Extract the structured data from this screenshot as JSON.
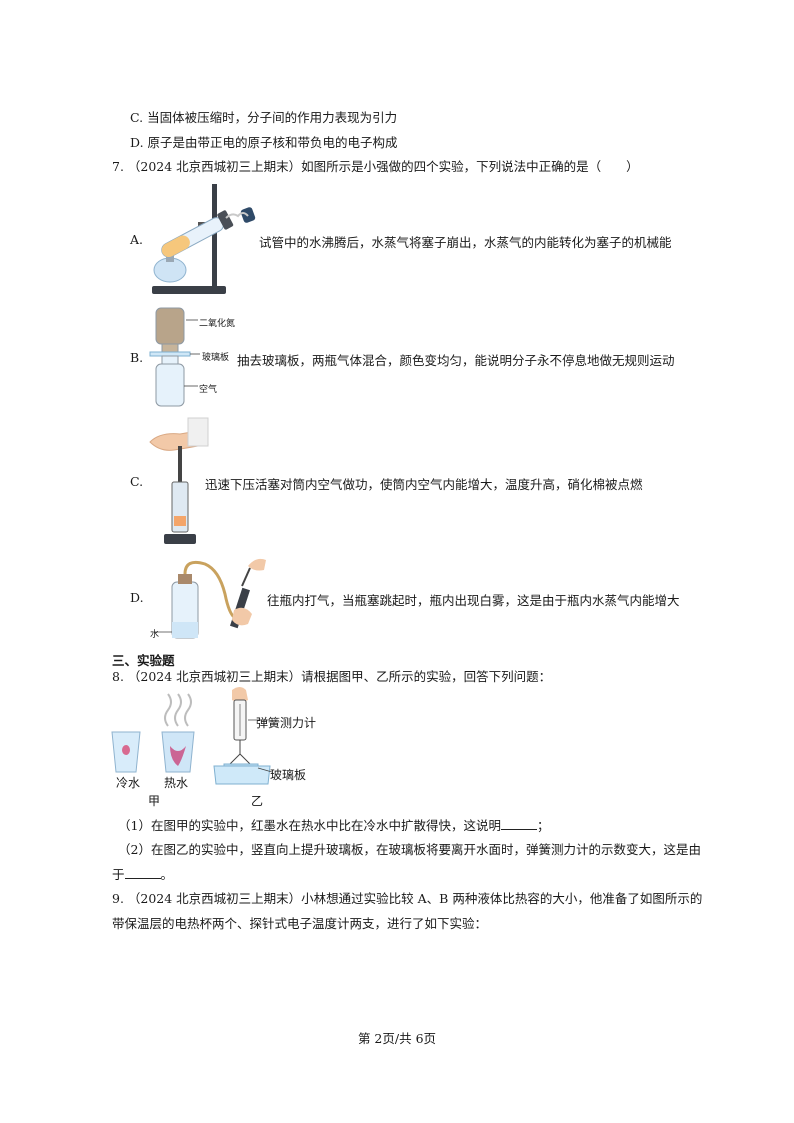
{
  "q6": {
    "optC": "C.  当固体被压缩时，分子间的作用力表现为引力",
    "optD": "D.  原子是由带正电的原子核和带负电的电子构成"
  },
  "q7": {
    "stem": "7.  （2024 北京西城初三上期末）如图所示是小强做的四个实验，下列说法中正确的是（　　）",
    "a_label": "A.",
    "a_text": "试管中的水沸腾后，水蒸气将塞子崩出，水蒸气的内能转化为塞子的机械能",
    "b_label": "B.",
    "b_text": "抽去玻璃板，两瓶气体混合，颜色变均匀，能说明分子永不停息地做无规则运动",
    "b_fig": {
      "no2": "二氧化氮",
      "glass": "玻璃板",
      "air": "空气"
    },
    "c_label": "C.",
    "c_text": "迅速下压活塞对筒内空气做功，使筒内空气内能增大，温度升高，硝化棉被点燃",
    "d_label": "D.",
    "d_text": "往瓶内打气，当瓶塞跳起时，瓶内出现白雾，这是由于瓶内水蒸气内能增大",
    "d_fig": {
      "water": "水"
    }
  },
  "section3": {
    "title": "三、实验题"
  },
  "q8": {
    "stem": "8.  （2024 北京西城初三上期末）请根据图甲、乙所示的实验，回答下列问题：",
    "fig": {
      "cold": "冷水",
      "hot": "热水",
      "jia": "甲",
      "spring": "弹簧测力计",
      "glass": "玻璃板",
      "yi": "乙"
    },
    "p1": "（1）在图甲的实验中，红墨水在热水中比在冷水中扩散得快，这说明",
    "p1_end": "；",
    "p2a": "（2）在图乙的实验中，竖直向上提升玻璃板，在玻璃板将要离开水面时，弹簧测力计的示数变大，这是由",
    "p2b": "于",
    "p2_end": "。"
  },
  "q9": {
    "line1": "9.  （2024 北京西城初三上期末）小林想通过实验比较 A、B 两种液体比热容的大小，他准备了如图所示的",
    "line2": "带保温层的电热杯两个、探针式电子温度计两支，进行了如下实验："
  },
  "footer": {
    "page": "第 2页/共 6页"
  }
}
